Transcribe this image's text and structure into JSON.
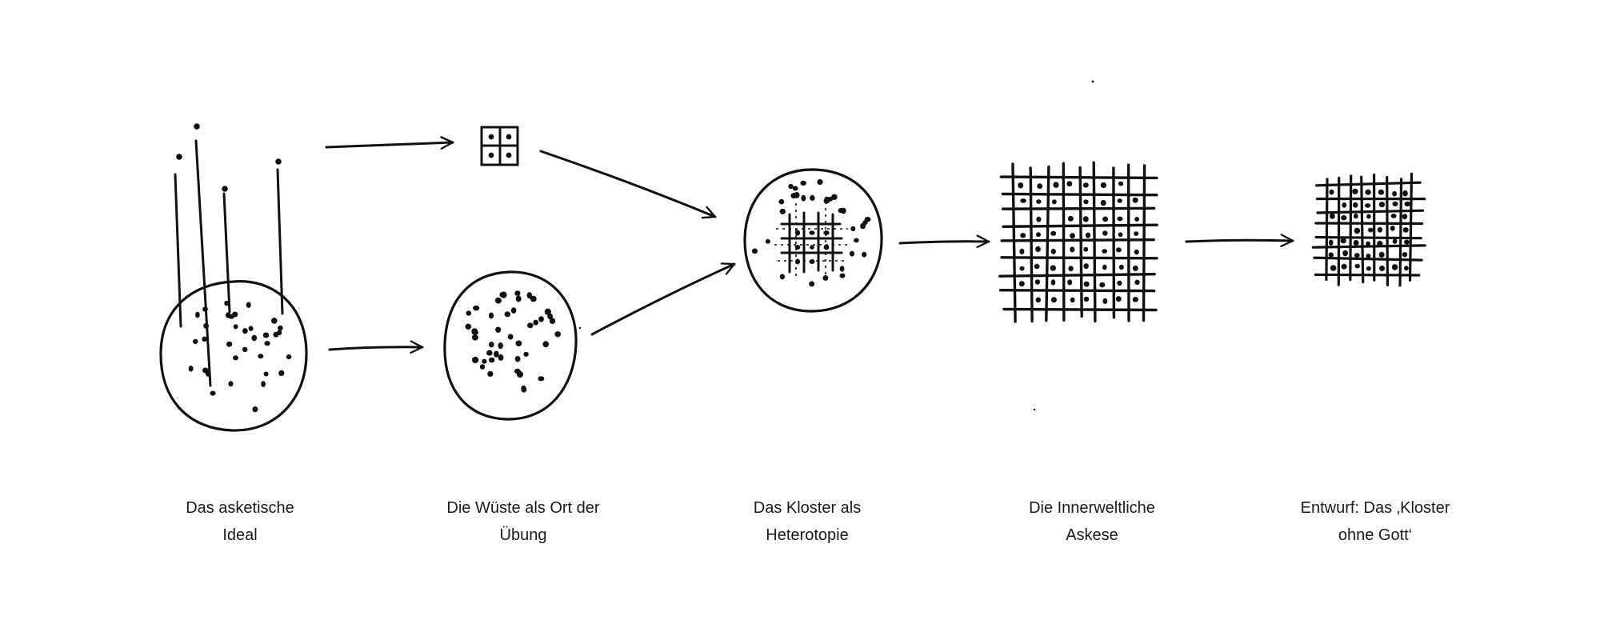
{
  "diagram": {
    "stages": [
      {
        "id": "ideal",
        "line1": "Das asketische",
        "line2": "Ideal"
      },
      {
        "id": "wueste",
        "line1": "Die Wüste als Ort der",
        "line2": "Übung"
      },
      {
        "id": "kloster",
        "line1": "Das Kloster als",
        "line2": "Heterotopie"
      },
      {
        "id": "innerweltlich",
        "line1": "Die Innerweltliche",
        "line2": "Askese"
      },
      {
        "id": "entwurf",
        "line1": "Entwurf: Das ‚Kloster",
        "line2": "ohne Gott‘"
      }
    ],
    "colors": {
      "ink": "#111111",
      "text": "#1a1a1a",
      "background": "#ffffff"
    }
  }
}
